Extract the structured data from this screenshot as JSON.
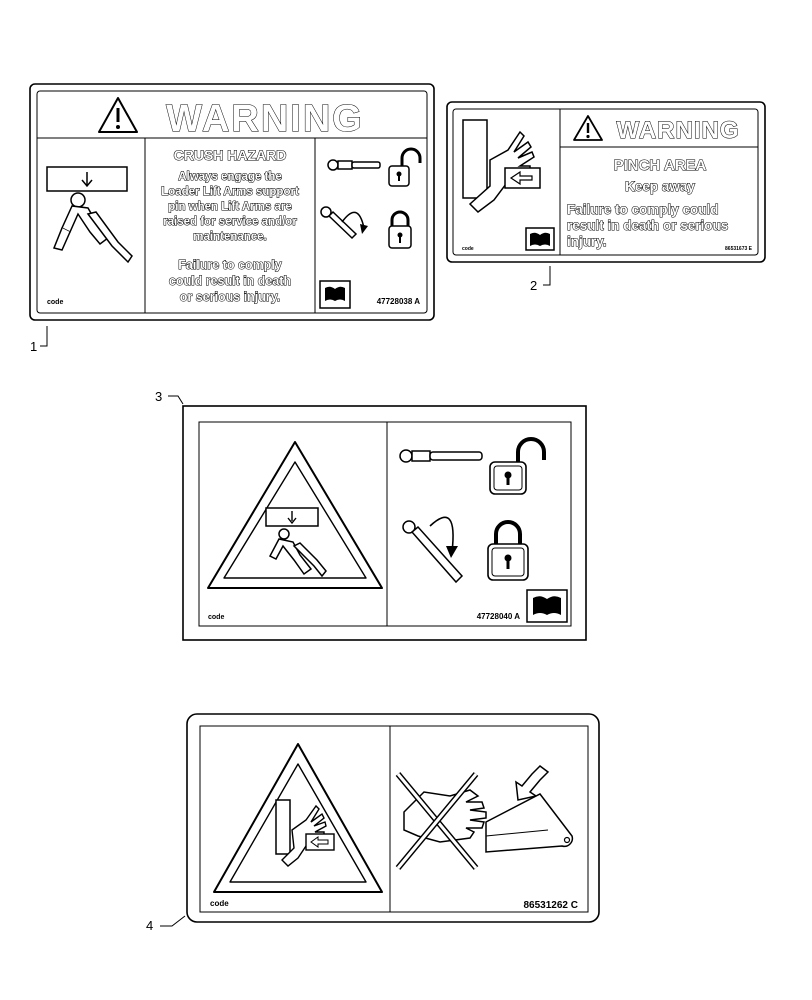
{
  "decal_1": {
    "callout": "1",
    "header": "WARNING",
    "hazard_title": "CRUSH HAZARD",
    "instruction_lines": [
      "Always engage the",
      "Loader Lift Arms support",
      "pin when Lift Arms are",
      "raised for service and/or",
      "maintenance."
    ],
    "consequence_lines": [
      "Failure to comply",
      "could result in death",
      "or serious injury."
    ],
    "code_label": "code",
    "part_number": "47728038 A"
  },
  "decal_2": {
    "callout": "2",
    "header": "WARNING",
    "hazard_title": "PINCH  AREA",
    "keep_away": "Keep  away",
    "consequence_lines": [
      "Failure to comply could",
      "result in death or serious",
      "injury."
    ],
    "code_label": "code",
    "part_number": "86531673 E"
  },
  "decal_3": {
    "callout": "3",
    "code_label": "code",
    "part_number": "47728040 A"
  },
  "decal_4": {
    "callout": "4",
    "code_label": "code",
    "part_number": "86531262 C"
  }
}
